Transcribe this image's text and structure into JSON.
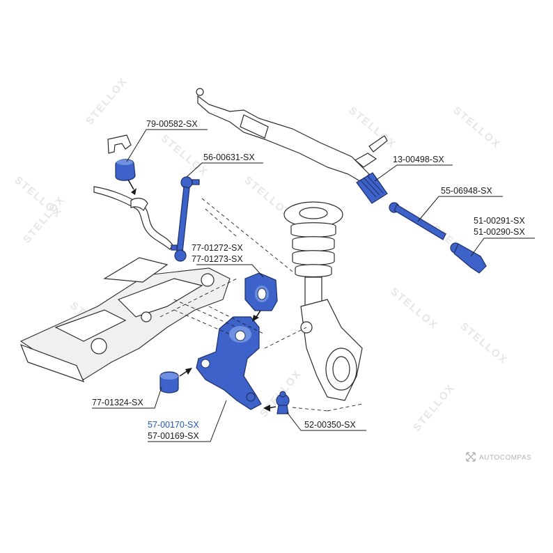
{
  "diagram": {
    "labels": [
      {
        "id": "l1",
        "text": "79-00582-SX"
      },
      {
        "id": "l2",
        "text": "56-00631-SX"
      },
      {
        "id": "l3",
        "text": "13-00498-SX"
      },
      {
        "id": "l4",
        "text": "55-06948-SX"
      },
      {
        "id": "l5a",
        "text": "51-00291-SX"
      },
      {
        "id": "l5b",
        "text": "51-00290-SX"
      },
      {
        "id": "l6a",
        "text": "77-01272-SX"
      },
      {
        "id": "l6b",
        "text": "77-01273-SX"
      },
      {
        "id": "l7",
        "text": "77-01324-SX"
      },
      {
        "id": "l8a",
        "text": "57-00170-SX"
      },
      {
        "id": "l8b",
        "text": "57-00169-SX"
      },
      {
        "id": "l9",
        "text": "52-00350-SX"
      }
    ],
    "watermark": "STELLOX",
    "brand": "AUTOCOMPAS",
    "colors": {
      "highlight_part": "#3d62c9",
      "highlight_label": "#2255b8",
      "watermark": "#e6e6e6",
      "outline": "#2a2a2a"
    }
  }
}
